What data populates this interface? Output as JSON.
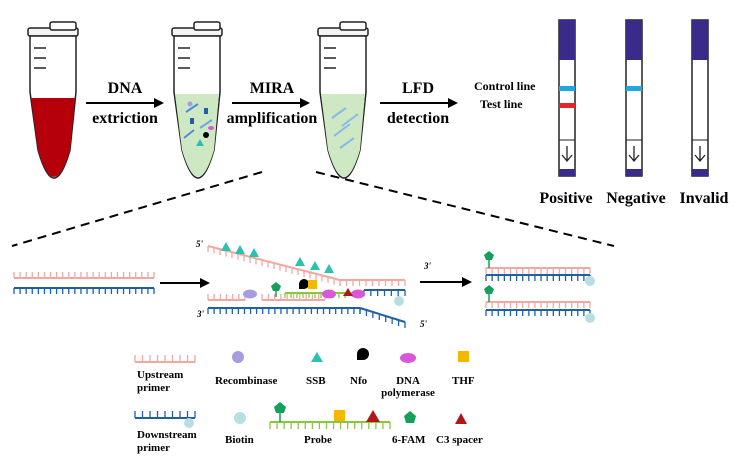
{
  "steps": {
    "dna": "DNA",
    "extraction": "extriction",
    "mira": "MIRA",
    "amplification": "amplification",
    "lfd": "LFD",
    "detection": "detection"
  },
  "strip_labels": {
    "control_line": "Control line",
    "test_line": "Test line"
  },
  "results": {
    "positive": "Positive",
    "negative": "Negative",
    "invalid": "Invalid"
  },
  "mechanism": {
    "five_prime": "5'",
    "three_prime": "3'"
  },
  "legend": {
    "upstream_primer": [
      "Upstream",
      "primer"
    ],
    "downstream_primer": [
      "Downstream",
      "primer"
    ],
    "recombinase": "Recombinase",
    "ssb": "SSB",
    "nfo": "Nfo",
    "dna_polymerase": [
      "DNA",
      "polymerase"
    ],
    "thf": "THF",
    "biotin": "Biotin",
    "probe": "Probe",
    "fam": "6-FAM",
    "c3_spacer": "C3 spacer"
  },
  "colors": {
    "blood_red": "#b5000c",
    "reaction_green": "#cfe8c4",
    "strip_cap": "#3a2a8a",
    "control_line": "#1fa8e0",
    "test_line": "#e8232a",
    "upstream_strand": "#f2a8a0",
    "downstream_strand": "#1f5fa8",
    "recombinase": "#a89be0",
    "ssb": "#2cc0b0",
    "polymerase": "#d957d9",
    "thf": "#f5b800",
    "biotin": "#b7dfe3",
    "probe": "#8cc63f",
    "fam": "#14a05a",
    "c3_spacer": "#b01818"
  }
}
